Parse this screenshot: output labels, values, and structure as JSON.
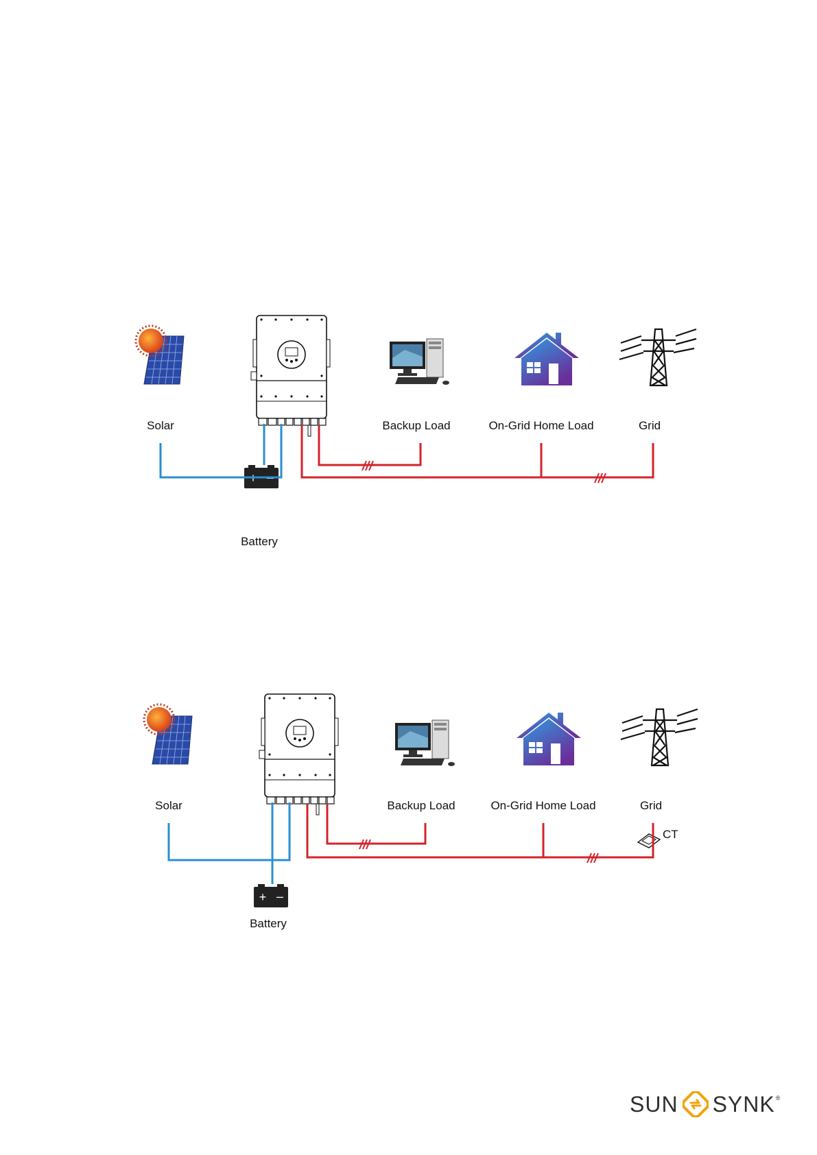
{
  "colors": {
    "dc_line": "#2a8fd0",
    "ac_line": "#d4232a",
    "sun": "#e8531f",
    "panel": "#2a4aa8",
    "house_top": "#2f9be0",
    "house_bottom": "#6a2f9a",
    "logo_accent": "#f2a20c",
    "logo_text": "#2f2f2f"
  },
  "diagrams": [
    {
      "labels": {
        "solar": "Solar",
        "battery": "Battery",
        "backup_load": "Backup Load",
        "home_load": "On-Grid Home Load",
        "grid": "Grid"
      }
    },
    {
      "labels": {
        "solar": "Solar",
        "battery": "Battery",
        "backup_load": "Backup Load",
        "home_load": "On-Grid Home Load",
        "grid": "Grid",
        "ct": "CT"
      }
    }
  ],
  "logo": {
    "left_word": "SUN",
    "right_word": "SYNK",
    "mark": "®"
  },
  "icons": [
    "solar-panel-icon",
    "inverter-icon",
    "battery-icon",
    "computer-icon",
    "house-icon",
    "transmission-tower-icon",
    "ct-clamp-icon"
  ]
}
